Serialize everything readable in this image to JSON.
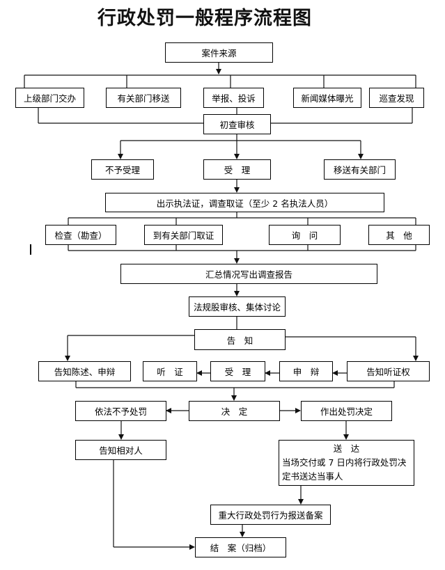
{
  "title": "行政处罚一般程序流程图",
  "nodes": {
    "case_source": "案件来源",
    "superior_assignment": "上级部门交办",
    "dept_transfer": "有关部门移送",
    "report_complaint": "举报、投诉",
    "media_exposure": "新闻媒体曝光",
    "patrol_discovery": "巡查发现",
    "initial_review": "初查审核",
    "not_accepted": "不予受理",
    "accepted": "受　理",
    "transfer_to_dept": "移送有关部门",
    "show_certificate": "出示执法证，调查取证（至少 2 名执法人员）",
    "inspection": "检查（勘查）",
    "evidence_from_dept": "到有关部门取证",
    "inquiry": "询　问",
    "other": "其　他",
    "summary_report": "汇总情况写出调查报告",
    "legal_review": "法规股审核、集体讨论",
    "notify": "告　知",
    "notify_statement_defense": "告知陈述、申辩",
    "hearing": "听　证",
    "accept_hearing": "受　理",
    "defense": "申　辩",
    "notify_hearing_right": "告知听证权",
    "decision": "决　定",
    "no_penalty": "依法不予处罚",
    "make_penalty_decision": "作出处罚决定",
    "notify_party": "告知相对人",
    "delivery_title": "送　达",
    "delivery_text": "当场交付或 7 日内将行政处罚决定书送达当事人",
    "major_filing": "重大行政处罚行为报送备案",
    "case_closed": "结　案（归档）"
  }
}
